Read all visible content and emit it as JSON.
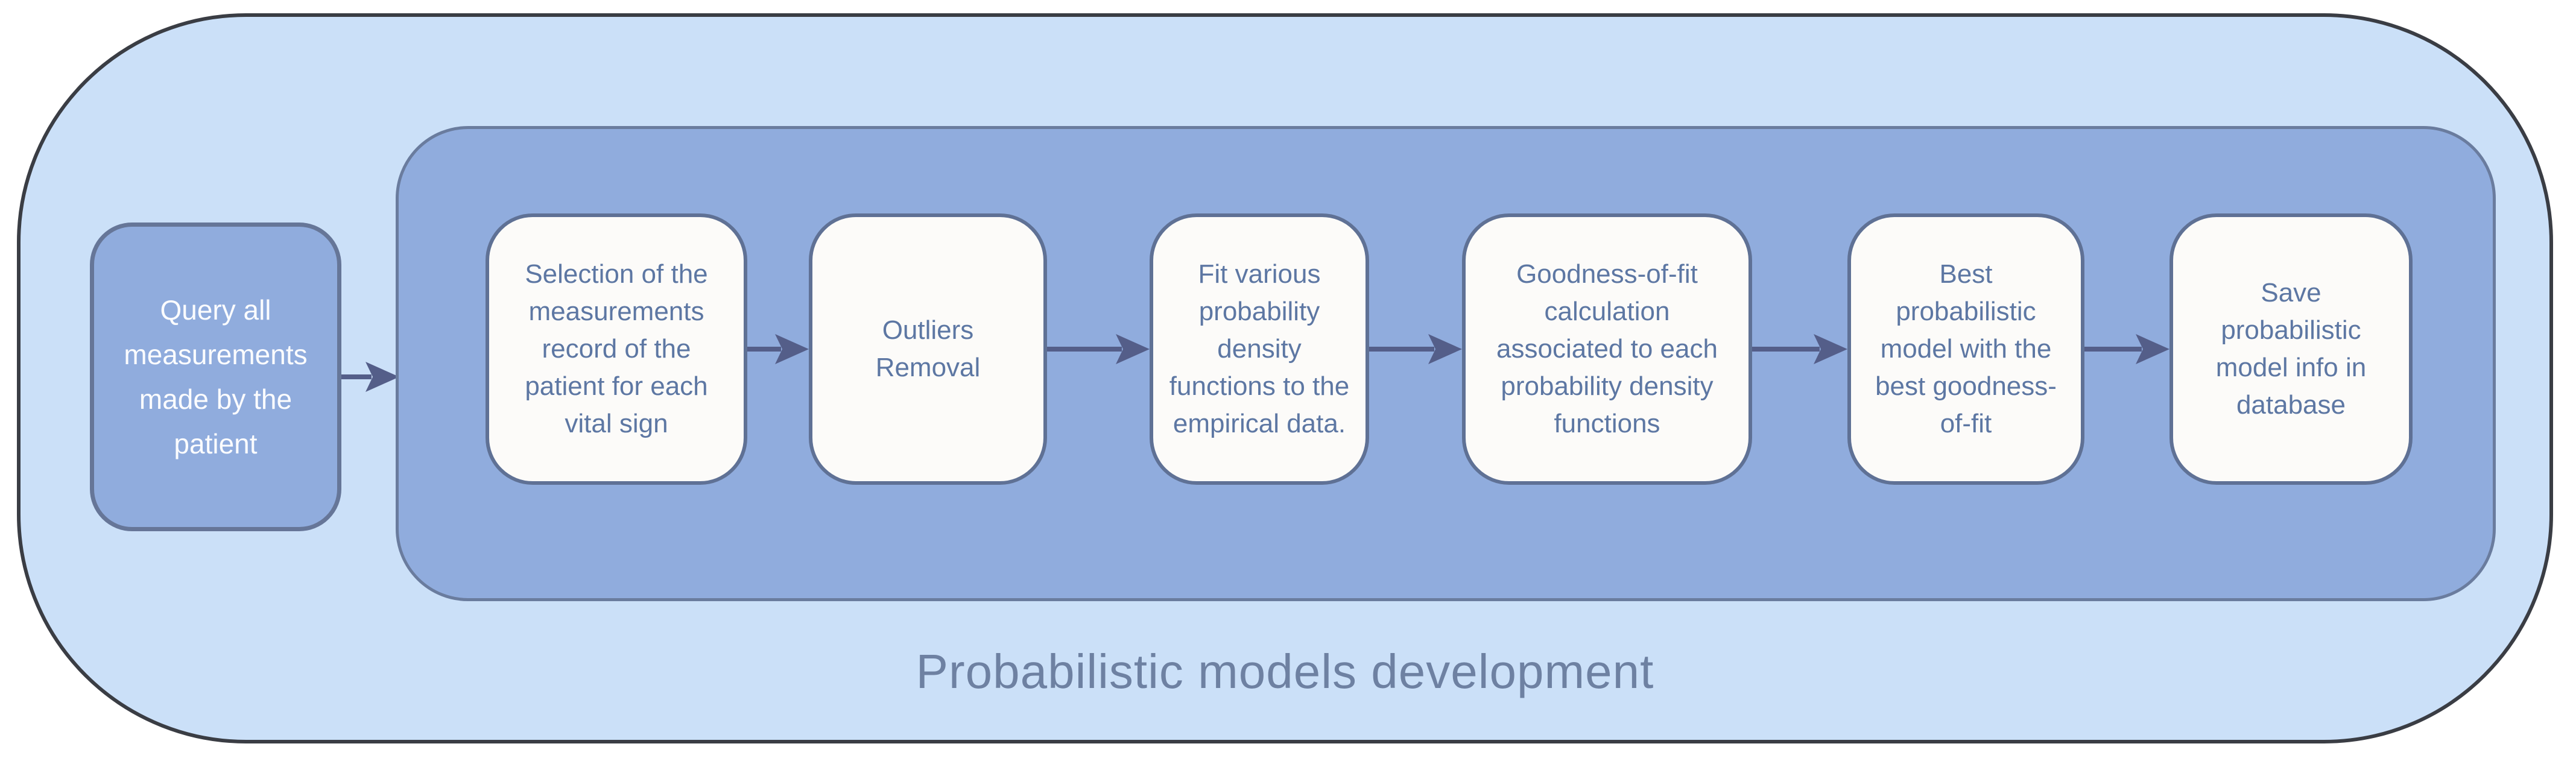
{
  "flowchart": {
    "colors": {
      "page_background": "#ffffff",
      "outer_fill": "#cbe0f8",
      "outer_border": "#3a3d44",
      "group_fill": "#90acdd",
      "group_border": "#6a7c9e",
      "start_fill": "#90acdd",
      "start_border": "#667698",
      "start_text": "#fbfcfe",
      "step_fill": "#fcfbf9",
      "step_border": "#5f7195",
      "step_text": "#5d77a3",
      "arrow": "#545e89",
      "title_text": "#6e81a2"
    },
    "start_step": {
      "text": "Query all measurements made by the patient",
      "label_lines": [
        "Query all",
        "measurements",
        "made by the",
        "patient"
      ]
    },
    "process_group": {
      "title": "Probabilistic models development",
      "steps": [
        {
          "text": "Selection of the measurements record of the patient for each vital sign",
          "label_lines": [
            "Selection of the",
            "measurements",
            "record of the",
            "patient for each",
            "vital sign"
          ]
        },
        {
          "text": "Outliers Removal",
          "label_lines": [
            "Outliers",
            "Removal"
          ]
        },
        {
          "text": "Fit various probability density functions to the empirical data.",
          "label_lines": [
            "Fit various",
            "probability",
            "density",
            "functions to the",
            "empirical data."
          ]
        },
        {
          "text": "Goodness-of-fit calculation associated to each probability density functions",
          "label_lines": [
            "Goodness-of-fit",
            "calculation",
            "associated to each",
            "probability density",
            "functions"
          ]
        },
        {
          "text": "Best probabilistic model with the best goodness-of-fit",
          "label_lines": [
            "Best",
            "probabilistic",
            "model with the",
            "best goodness-",
            "of-fit"
          ]
        },
        {
          "text": "Save probabilistic model info in database",
          "label_lines": [
            "Save",
            "probabilistic",
            "model info in",
            "database"
          ]
        }
      ]
    }
  }
}
